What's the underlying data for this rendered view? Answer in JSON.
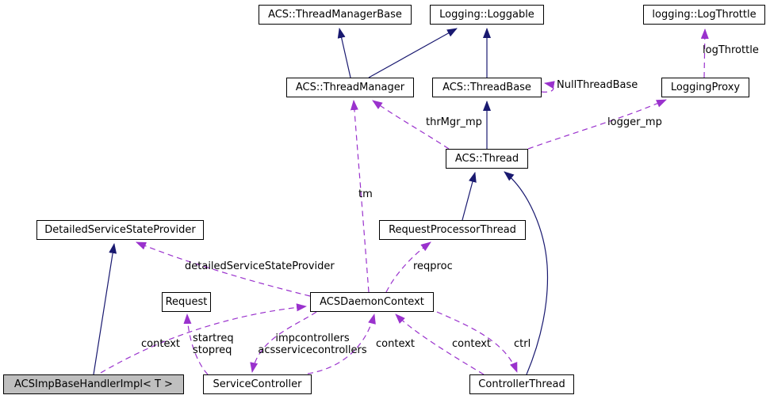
{
  "diagram_type": "class-collaboration-graph",
  "colors": {
    "inheritance_edge": "#191970",
    "usage_edge": "#9a32cd",
    "node_border": "#000000",
    "node_fill": "#ffffff",
    "highlight_fill": "#bfbfbf",
    "background": "#ffffff",
    "text": "#000000"
  },
  "nodes": {
    "tmb": "ACS::ThreadManagerBase",
    "loggable": "Logging::Loggable",
    "logthrottle": "logging::LogThrottle",
    "threadmanager": "ACS::ThreadManager",
    "threadbase": "ACS::ThreadBase",
    "loggingproxy": "LoggingProxy",
    "thread": "ACS::Thread",
    "dssp": "DetailedServiceStateProvider",
    "rpt": "RequestProcessorThread",
    "request": "Request",
    "adc": "ACSDaemonContext",
    "impl": "ACSImpBaseHandlerImpl< T >",
    "sc": "ServiceController",
    "ct": "ControllerThread"
  },
  "edge_labels": {
    "logThrottle": "logThrottle",
    "nullThreadBase": "NullThreadBase",
    "thrMgr_mp": "thrMgr_mp",
    "logger_mp": "logger_mp",
    "tm": "tm",
    "reqproc": "reqproc",
    "detailedServiceStateProvider": "detailedServiceStateProvider",
    "context_impl": "context",
    "startreq_stopreq": "startreq\nstopreq",
    "impcontrollers": "impcontrollers\nacsservicecontrollers",
    "context_sc": "context",
    "context_ct": "context",
    "ctrl": "ctrl"
  },
  "edges": [
    {
      "from": "ACS::ThreadManager",
      "to": "ACS::ThreadManagerBase",
      "type": "inheritance",
      "label": ""
    },
    {
      "from": "ACS::ThreadManager",
      "to": "Logging::Loggable",
      "type": "inheritance",
      "label": ""
    },
    {
      "from": "ACS::ThreadBase",
      "to": "Logging::Loggable",
      "type": "inheritance",
      "label": ""
    },
    {
      "from": "ACS::Thread",
      "to": "ACS::ThreadBase",
      "type": "inheritance",
      "label": ""
    },
    {
      "from": "RequestProcessorThread",
      "to": "ACS::Thread",
      "type": "inheritance",
      "label": ""
    },
    {
      "from": "ControllerThread",
      "to": "ACS::Thread",
      "type": "inheritance",
      "label": ""
    },
    {
      "from": "ACSImpBaseHandlerImpl< T >",
      "to": "DetailedServiceStateProvider",
      "type": "inheritance",
      "label": ""
    },
    {
      "from": "ACS::ThreadBase",
      "to": "ACS::ThreadBase",
      "type": "usage",
      "label": "NullThreadBase"
    },
    {
      "from": "LoggingProxy",
      "to": "logging::LogThrottle",
      "type": "usage",
      "label": "logThrottle"
    },
    {
      "from": "ACS::Thread",
      "to": "ACS::ThreadManager",
      "type": "usage",
      "label": "thrMgr_mp"
    },
    {
      "from": "ACS::Thread",
      "to": "LoggingProxy",
      "type": "usage",
      "label": "logger_mp"
    },
    {
      "from": "ACSDaemonContext",
      "to": "ACS::ThreadManager",
      "type": "usage",
      "label": "tm"
    },
    {
      "from": "ACSDaemonContext",
      "to": "RequestProcessorThread",
      "type": "usage",
      "label": "reqproc"
    },
    {
      "from": "ACSDaemonContext",
      "to": "DetailedServiceStateProvider",
      "type": "usage",
      "label": "detailedServiceStateProvider"
    },
    {
      "from": "ACSImpBaseHandlerImpl< T >",
      "to": "ACSDaemonContext",
      "type": "usage",
      "label": "context"
    },
    {
      "from": "ServiceController",
      "to": "Request",
      "type": "usage",
      "label": "startreq\nstopreq"
    },
    {
      "from": "ACSDaemonContext",
      "to": "ServiceController",
      "type": "usage",
      "label": "impcontrollers\nacsservicecontrollers"
    },
    {
      "from": "ServiceController",
      "to": "ACSDaemonContext",
      "type": "usage",
      "label": "context"
    },
    {
      "from": "ControllerThread",
      "to": "ACSDaemonContext",
      "type": "usage",
      "label": "context"
    },
    {
      "from": "ACSDaemonContext",
      "to": "ControllerThread",
      "type": "usage",
      "label": "ctrl"
    }
  ]
}
